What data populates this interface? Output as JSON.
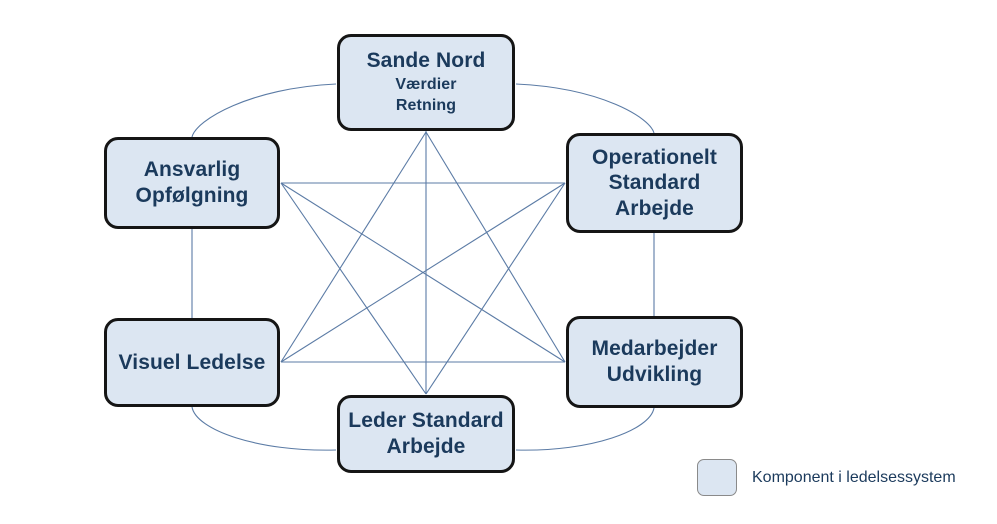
{
  "diagram": {
    "background_color": "#ffffff",
    "node_fill": "#dce6f2",
    "node_border": "#151515",
    "text_color": "#1b3a5c",
    "connector_color": "#5b7ba5",
    "nodes": [
      {
        "id": "sande-nord",
        "title": "Sande Nord",
        "sub1": "Værdier",
        "sub2": "Retning"
      },
      {
        "id": "ansvarlig",
        "title": "Ansvarlig",
        "sub1": "Opfølgning",
        "sub2": ""
      },
      {
        "id": "operationelt",
        "title": "Operationelt",
        "sub1": "Standard",
        "sub2": "Arbejde"
      },
      {
        "id": "visuel",
        "title": "Visuel Ledelse",
        "sub1": "",
        "sub2": ""
      },
      {
        "id": "medarbejder",
        "title": "Medarbejder",
        "sub1": "Udvikling",
        "sub2": ""
      },
      {
        "id": "leder",
        "title": "Leder Standard",
        "sub1": "Arbejde",
        "sub2": ""
      }
    ]
  },
  "legend": {
    "label": "Komponent i ledelsessystem",
    "swatch_color": "#dce6f2"
  }
}
